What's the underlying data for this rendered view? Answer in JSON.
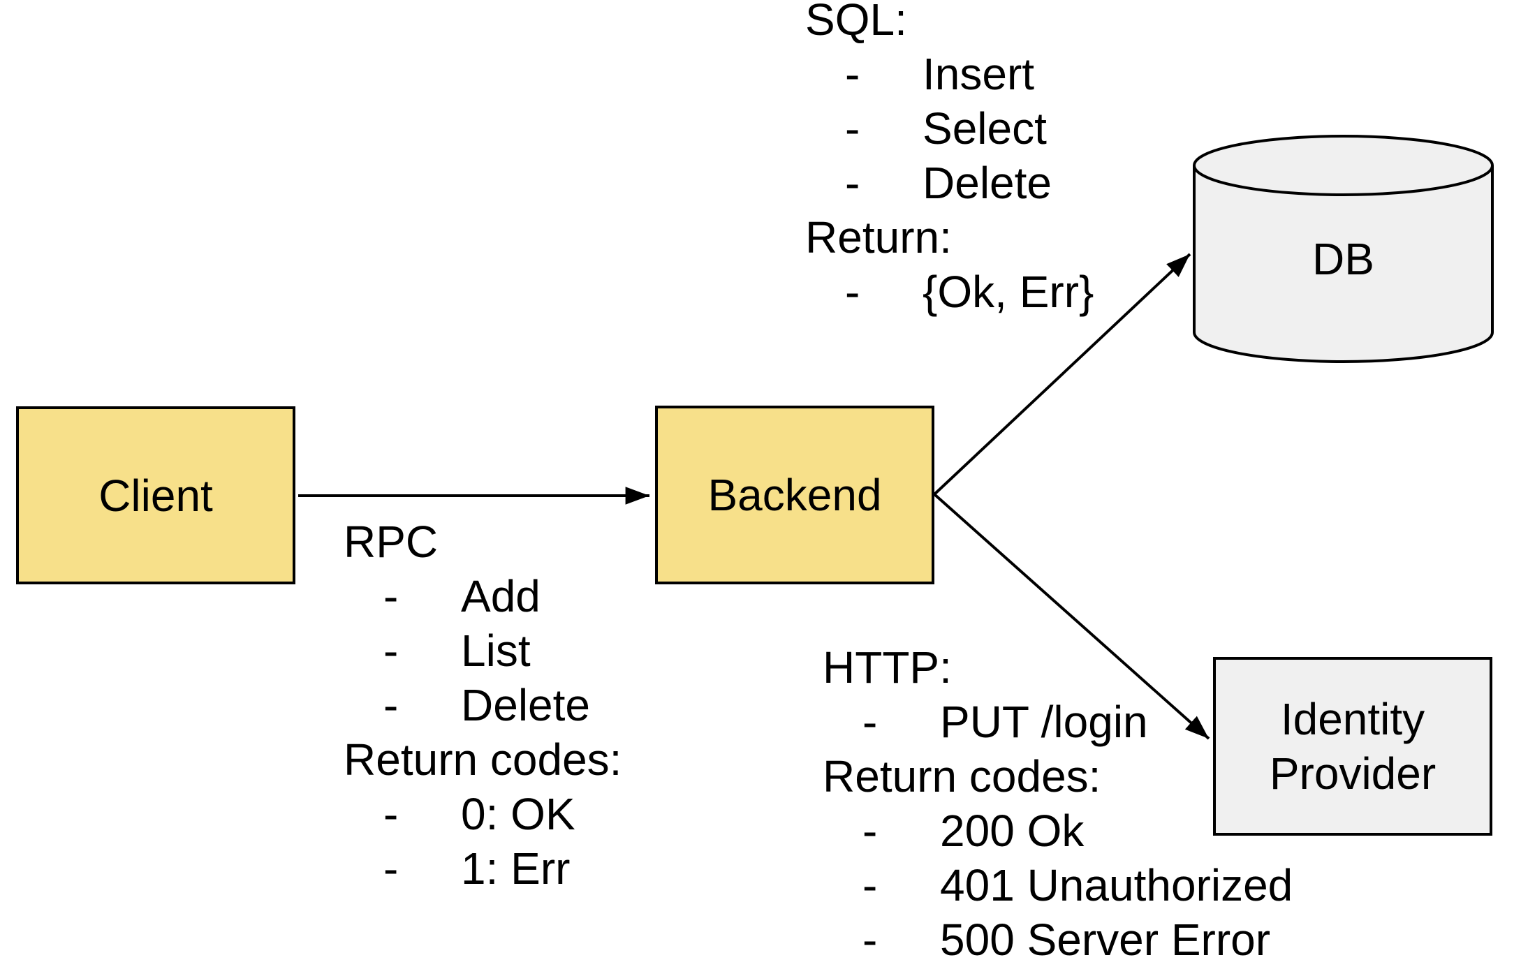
{
  "diagram": {
    "bullet_char": "-",
    "colors": {
      "yellow_fill": "#f7e08a",
      "gray_fill": "#f0f0f0",
      "stroke": "#000000",
      "background": "#ffffff",
      "text": "#000000"
    },
    "nodes": {
      "client": {
        "label": "Client"
      },
      "backend": {
        "label": "Backend"
      },
      "db": {
        "label": "DB"
      },
      "identity_provider": {
        "label": "Identity Provider"
      }
    },
    "annotations": {
      "rpc": {
        "lines": [
          {
            "text": "RPC"
          },
          {
            "text": "Add"
          },
          {
            "text": "List"
          },
          {
            "text": "Delete"
          },
          {
            "text": "Return codes:"
          },
          {
            "text": "0: OK"
          },
          {
            "text": "1: Err"
          }
        ]
      },
      "sql": {
        "lines": [
          {
            "text": "SQL:"
          },
          {
            "text": "Insert"
          },
          {
            "text": "Select"
          },
          {
            "text": "Delete"
          },
          {
            "text": "Return:"
          },
          {
            "text": "{Ok, Err}"
          }
        ]
      },
      "http": {
        "lines": [
          {
            "text": "HTTP:"
          },
          {
            "text": "PUT /login"
          },
          {
            "text": "Return codes:"
          },
          {
            "text": "200 Ok"
          },
          {
            "text": "401 Unauthorized"
          },
          {
            "text": "500 Server Error"
          }
        ]
      }
    }
  }
}
